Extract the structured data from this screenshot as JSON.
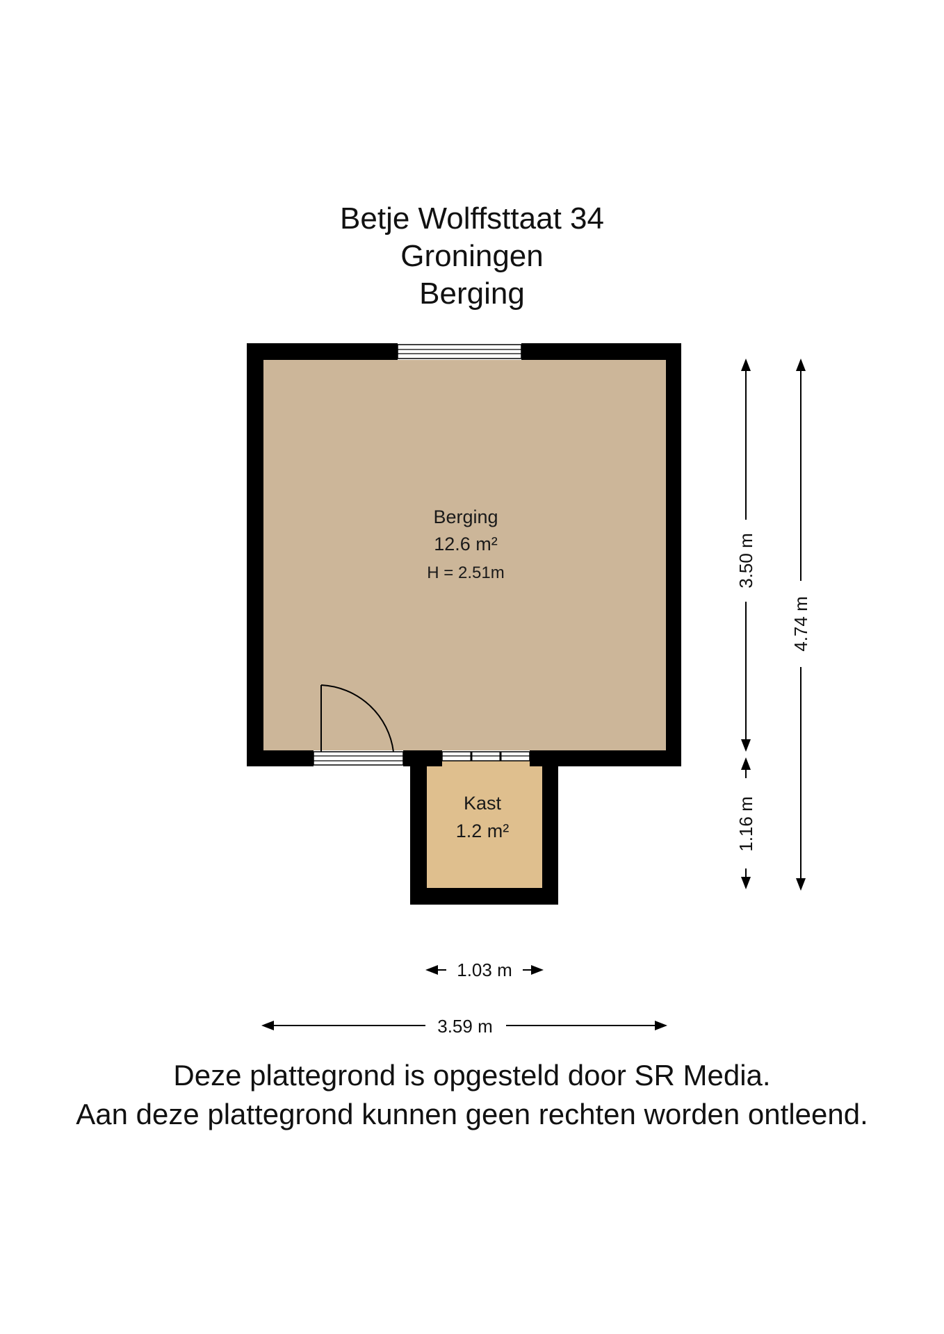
{
  "header": {
    "line1": "Betje Wolffsttaat 34",
    "line2": "Groningen",
    "line3": "Berging"
  },
  "rooms": [
    {
      "name": "Berging",
      "area": "12.6 m²",
      "height": "H = 2.51m",
      "color": "#ccb699"
    },
    {
      "name": "Kast",
      "area": "1.2 m²",
      "color": "#dfbf8e"
    }
  ],
  "dimensions": {
    "right_inner_top": "3.50 m",
    "right_inner_bottom": "1.16 m",
    "right_total": "4.74 m",
    "bottom_kast": "1.03 m",
    "bottom_total": "3.59 m"
  },
  "footer": {
    "line1": "Deze plattegrond is opgesteld door SR Media.",
    "line2": "Aan deze plattegrond kunnen geen rechten worden ontleend."
  },
  "colors": {
    "wall": "#000000",
    "berging_floor": "#ccb699",
    "kast_floor": "#dfbf8e"
  }
}
